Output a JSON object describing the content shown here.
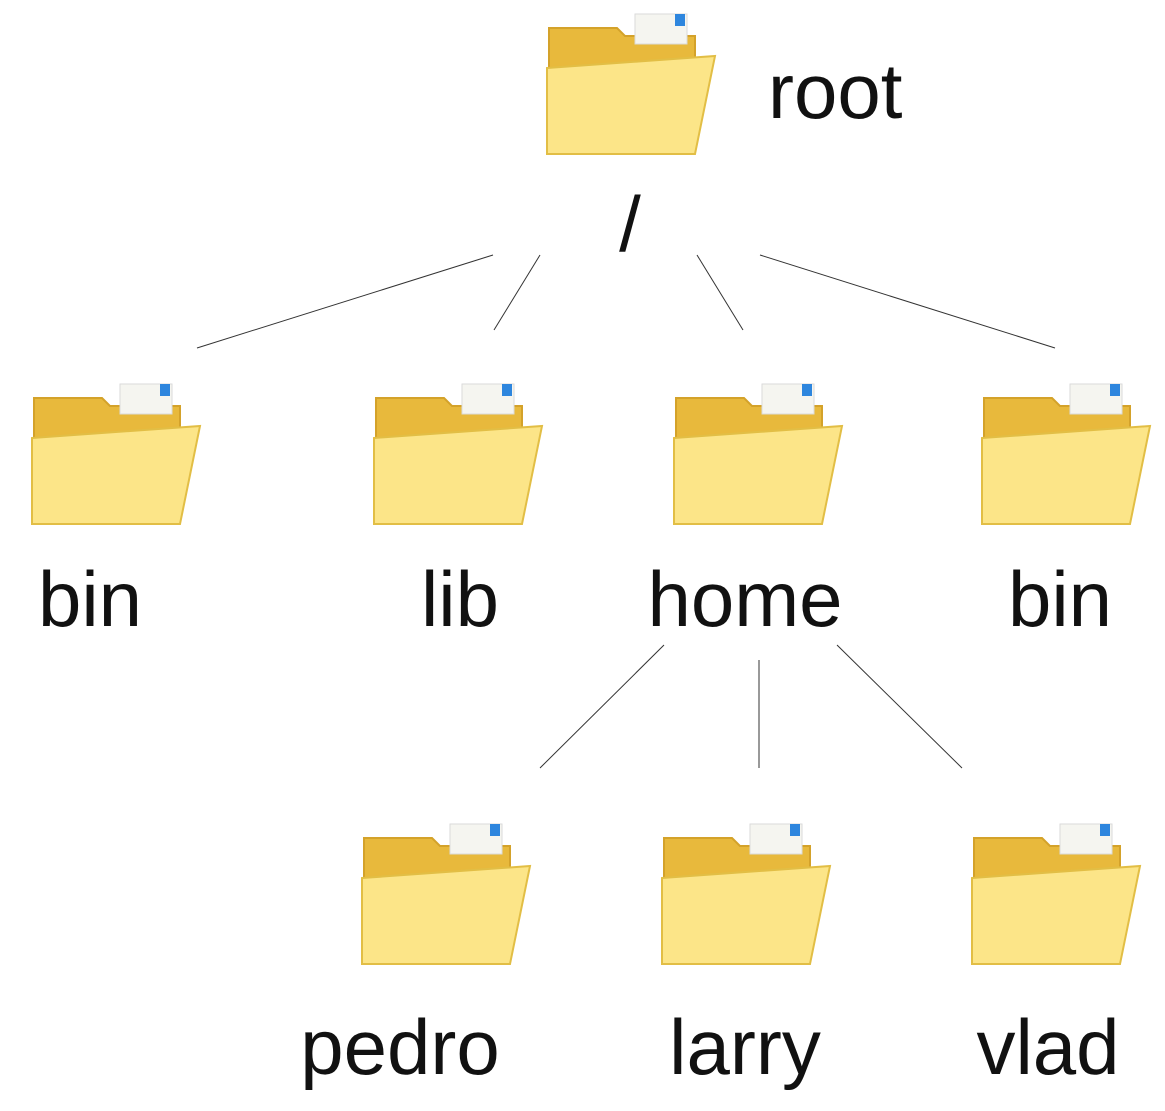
{
  "root": {
    "label": "root",
    "separator": "/"
  },
  "level1": [
    {
      "label": "bin"
    },
    {
      "label": "lib"
    },
    {
      "label": "home"
    },
    {
      "label": "bin"
    }
  ],
  "level2": [
    {
      "label": "pedro"
    },
    {
      "label": "larry"
    },
    {
      "label": "vlad"
    }
  ],
  "colors": {
    "folder_back": "#F2C94C",
    "folder_front": "#FCE588",
    "folder_paper": "#F5F5F0",
    "folder_tab_blue": "#2E86DE",
    "line": "#333333",
    "text": "#111111"
  },
  "icons": {
    "node": "folder-icon"
  }
}
